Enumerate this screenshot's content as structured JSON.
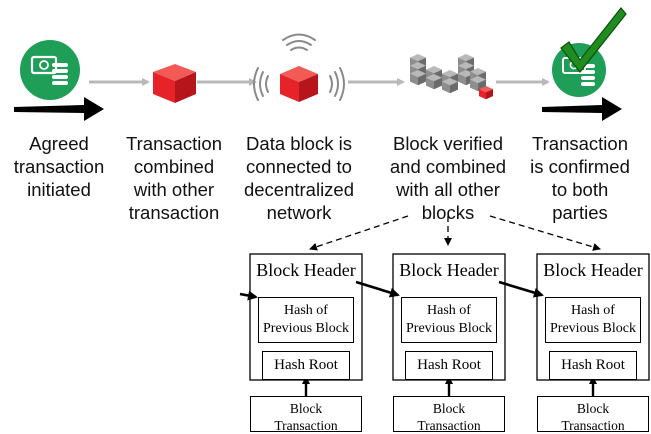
{
  "steps": [
    {
      "label": "Agreed\ntransaction\ninitiated",
      "icon": "money-coins-icon"
    },
    {
      "label": "Transaction\ncombined\nwith other\ntransaction",
      "icon": "red-cube-icon"
    },
    {
      "label": "Data block is\nconnected to\ndecentralized\nnetwork",
      "icon": "broadcasting-cube-icon"
    },
    {
      "label": "Block verified\nand combined\nwith all other\nblocks",
      "icon": "block-stack-icon"
    },
    {
      "label": "Transaction\nis confirmed\nto both\nparties",
      "icon": "money-coins-checkmark-icon"
    }
  ],
  "blocks": [
    {
      "header": "Block Header",
      "prev_hash": "Hash of\nPrevious Block",
      "hash_root": "Hash Root",
      "transaction": "Block\nTransaction"
    },
    {
      "header": "Block Header",
      "prev_hash": "Hash of\nPrevious Block",
      "hash_root": "Hash Root",
      "transaction": "Block\nTransaction"
    },
    {
      "header": "Block Header",
      "prev_hash": "Hash of\nPrevious Block",
      "hash_root": "Hash Root",
      "transaction": "Block\nTransaction"
    }
  ],
  "colors": {
    "icon_green": "#1e9e57",
    "cube_red": "#e52329",
    "arrow_gray": "#b8b8b8",
    "check_green": "#1f8c1f"
  }
}
